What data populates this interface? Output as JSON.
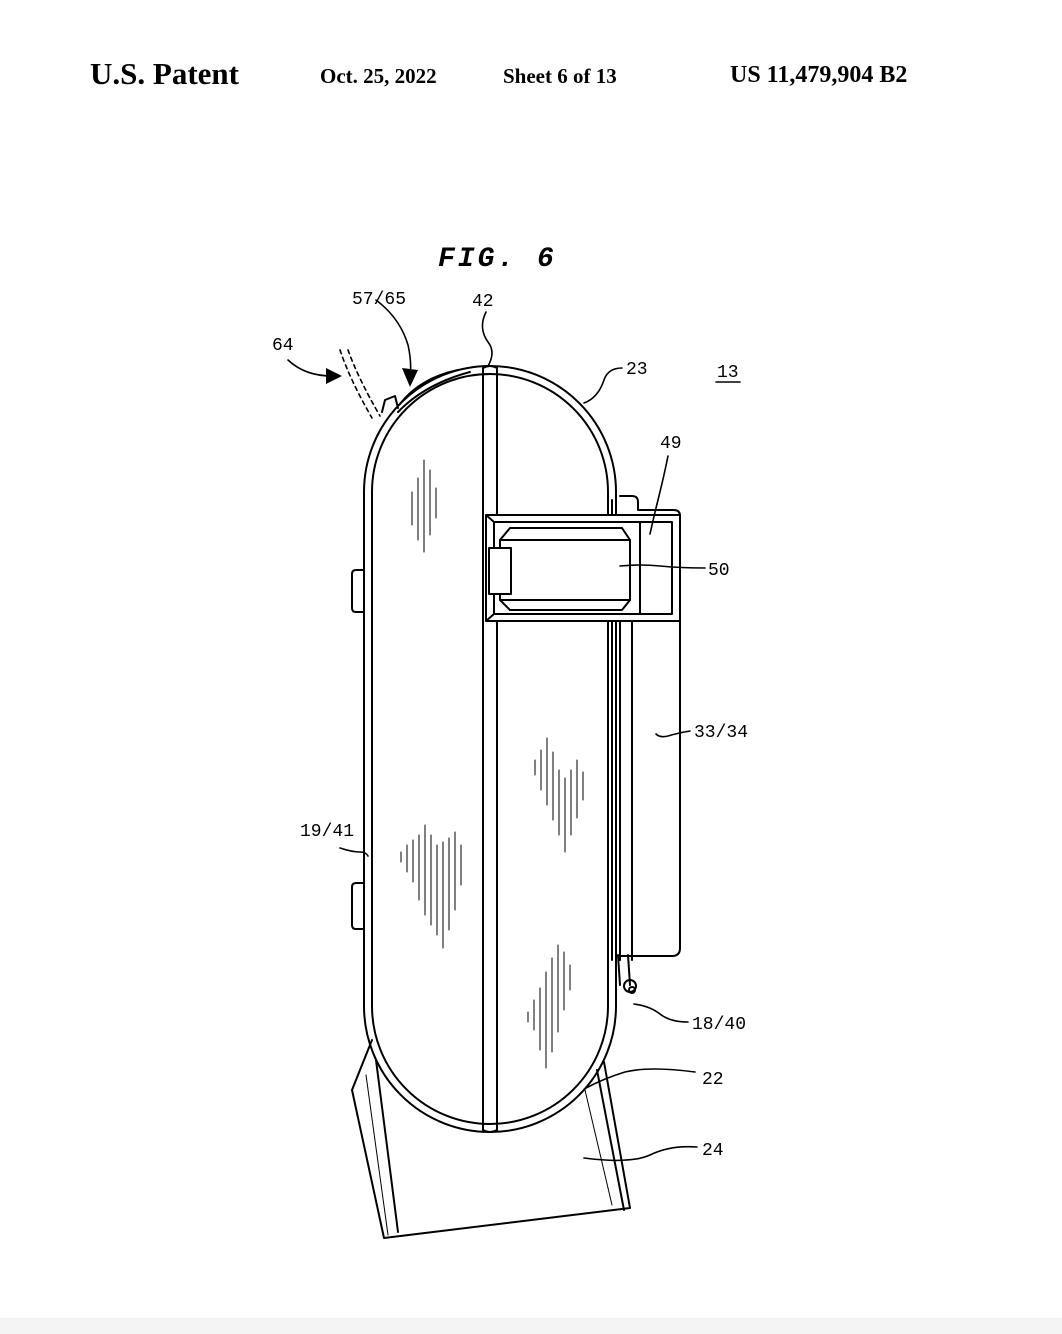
{
  "header": {
    "patent_label": "U.S. Patent",
    "date": "Oct. 25, 2022",
    "sheet": "Sheet 6 of 13",
    "patent_number": "US 11,479,904 B2"
  },
  "figure": {
    "title": "FIG. 6",
    "labels": {
      "ref_13": "13",
      "ref_57_65": "57/65",
      "ref_42": "42",
      "ref_64": "64",
      "ref_23": "23",
      "ref_49": "49",
      "ref_50": "50",
      "ref_33_34": "33/34",
      "ref_19_41": "19/41",
      "ref_18_40": "18/40",
      "ref_22": "22",
      "ref_24": "24"
    }
  }
}
